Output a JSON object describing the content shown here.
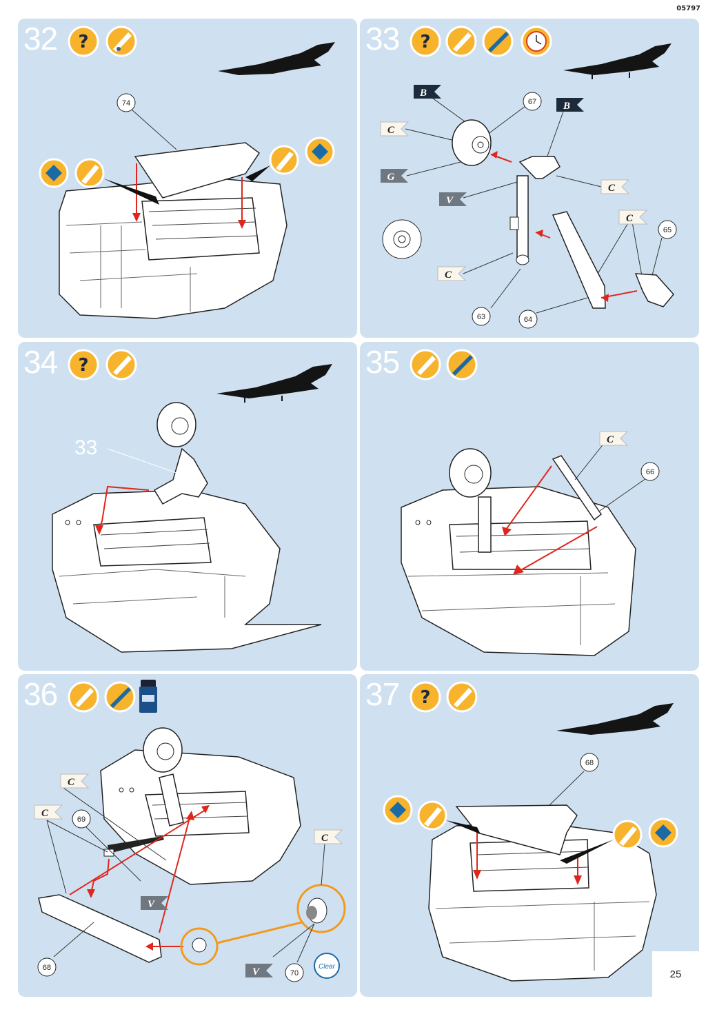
{
  "header": {
    "code": "05797"
  },
  "page_number": "25",
  "steps": [
    {
      "number": "32",
      "callouts": [
        "74"
      ],
      "flags": []
    },
    {
      "number": "33",
      "callouts": [
        "67",
        "65",
        "63",
        "64"
      ],
      "flags": [
        "B",
        "C",
        "G",
        "V",
        "B",
        "C",
        "C",
        "C"
      ]
    },
    {
      "number": "34",
      "callouts": [],
      "ref_label": "33",
      "flags": []
    },
    {
      "number": "35",
      "callouts": [
        "66"
      ],
      "flags": [
        "C"
      ]
    },
    {
      "number": "36",
      "callouts": [
        "69",
        "68",
        "70"
      ],
      "flags": [
        "C",
        "C",
        "V",
        "C",
        "V"
      ],
      "clear_label": "Clear"
    },
    {
      "number": "37",
      "callouts": [
        "68"
      ],
      "flags": []
    }
  ],
  "colors": {
    "panel": "#cfe1f0",
    "badge": "#f7b32b",
    "arrow": "#e0261c",
    "ring": "#f39a1e",
    "flag_dark": "#1c2a3a",
    "flag_gray": "#6f7780"
  }
}
